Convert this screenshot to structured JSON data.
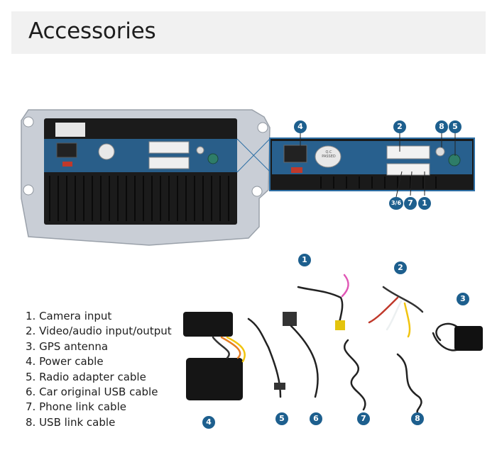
{
  "header": {
    "title": "Accessories"
  },
  "legend": {
    "items": [
      "1. Camera input",
      "2. Video/audio input/output",
      "3. GPS antenna",
      "4. Power cable",
      "5. Radio adapter cable",
      "6. Car original USB cable",
      "7. Phone link cable",
      "8. USB link cable"
    ]
  },
  "panel_labels": {
    "sticker": "Q.C PASSED"
  },
  "callouts": {
    "top": [
      "4",
      "2",
      "8",
      "5"
    ],
    "bottom": [
      "3/6",
      "7",
      "1"
    ],
    "cables": [
      "1",
      "2",
      "3",
      "4",
      "5",
      "6",
      "7",
      "8"
    ]
  },
  "colors": {
    "badge": "#1d5f8e",
    "header_bg": "#f1f1f1",
    "chassis": "#1b1b1b",
    "bracket": "#c9ced6",
    "highlight": "#2d6fa5"
  }
}
